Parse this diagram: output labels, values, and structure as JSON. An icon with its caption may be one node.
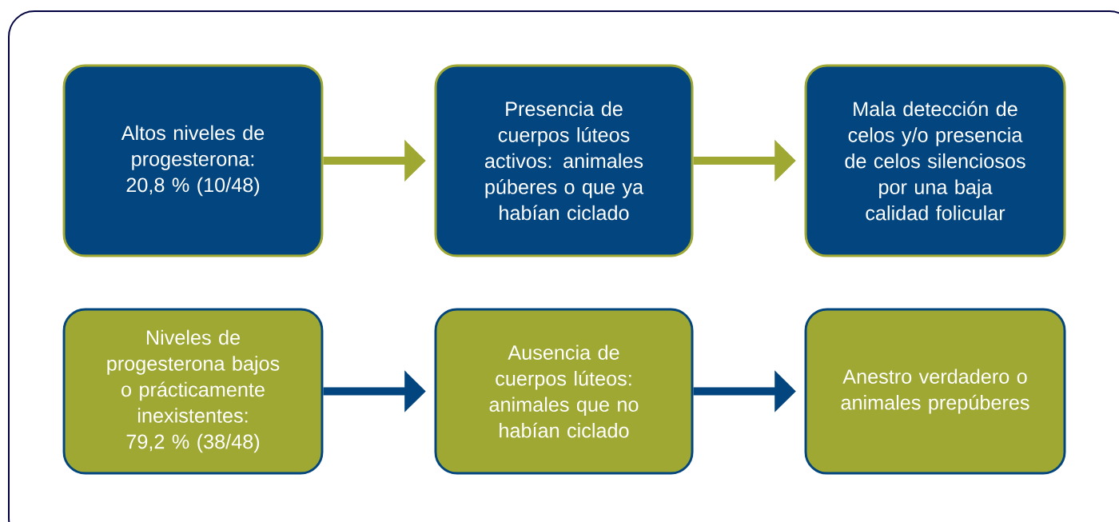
{
  "diagram": {
    "nodes": [
      {
        "text": [
          "Altos niveles de progesterona: 20,8 % (10/48)"
        ]
      },
      {
        "text": [
          "Presencia de cuerpos lúteos activos: animales púberes o que ya habían ciclado"
        ]
      },
      {
        "text": [
          "Mala detección de celos y/o presencia de celos silenciosos por una baja calidad folicular"
        ]
      },
      {
        "text": [
          "Niveles de progesterona bajos o prácticamente inexistentes: 79,2 % (38/48)"
        ]
      },
      {
        "text": [
          "Ausencia de cuerpos lúteos: animales que no habían ciclado"
        ]
      },
      {
        "text": [
          "Anestro verdadero o animales prepúberes"
        ]
      }
    ],
    "edges": [
      {
        "from": 0,
        "to": 1,
        "arrow": "to",
        "color": "#9ea832"
      },
      {
        "from": 1,
        "to": 2,
        "arrow": "to",
        "color": "#9ea832"
      },
      {
        "from": 3,
        "to": 4,
        "arrow": "to",
        "color": "#03467f"
      },
      {
        "from": 4,
        "to": 5,
        "arrow": "to",
        "color": "#03467f"
      }
    ]
  }
}
